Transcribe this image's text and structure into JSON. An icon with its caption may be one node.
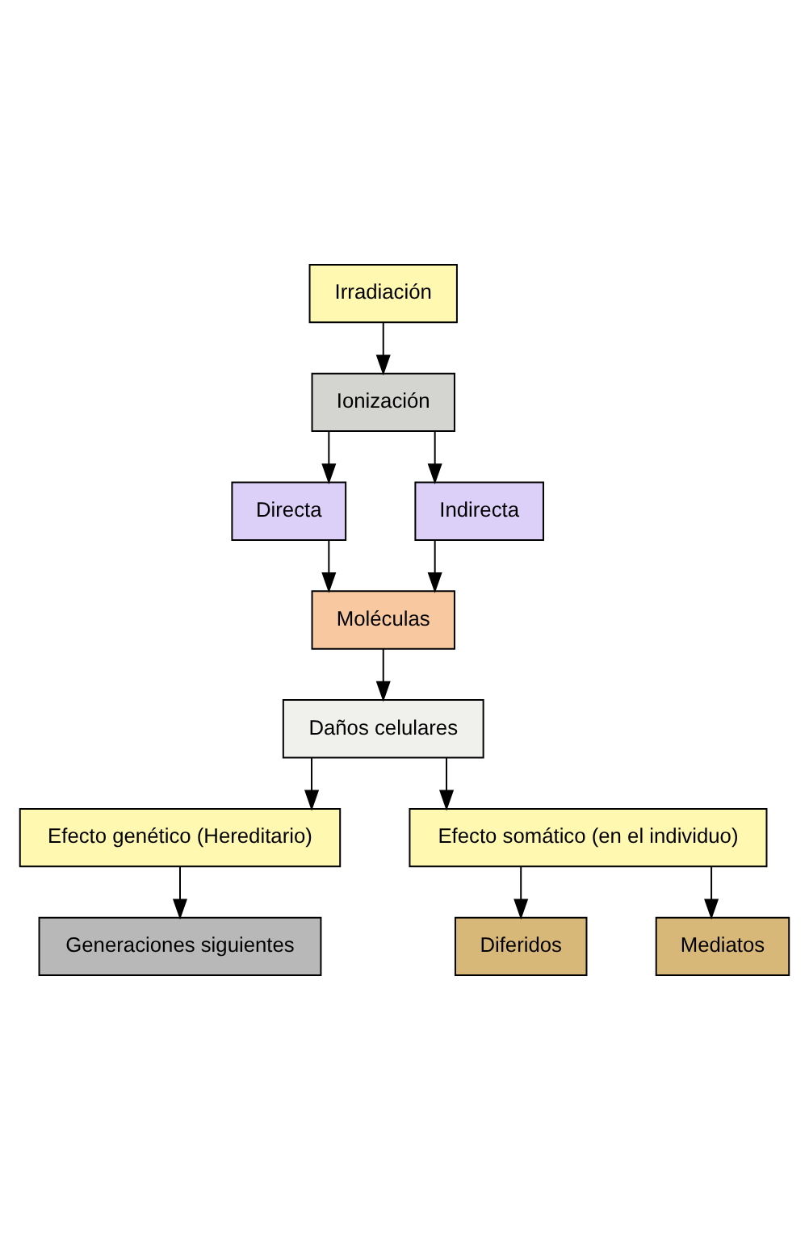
{
  "diagram": {
    "nodes": [
      {
        "text": [
          "Irradiación"
        ]
      },
      {
        "text": [
          "Ionización"
        ]
      },
      {
        "text": [
          "Directa"
        ]
      },
      {
        "text": [
          "Indirecta"
        ]
      },
      {
        "text": [
          "Moléculas"
        ]
      },
      {
        "text": [
          "Daños celulares"
        ]
      },
      {
        "text": [
          "Efecto genético (Hereditario)"
        ]
      },
      {
        "text": [
          "Efecto somático (en el individuo)"
        ]
      },
      {
        "text": [
          "Generaciones siguientes"
        ]
      },
      {
        "text": [
          "Diferidos"
        ]
      },
      {
        "text": [
          "Mediatos"
        ]
      }
    ],
    "edges": [
      {
        "from": 0,
        "to": 1,
        "arrow": "to"
      },
      {
        "from": 1,
        "to": 2,
        "arrow": "to"
      },
      {
        "from": 1,
        "to": 3,
        "arrow": "to"
      },
      {
        "from": 2,
        "to": 4,
        "arrow": "to"
      },
      {
        "from": 3,
        "to": 4,
        "arrow": "to"
      },
      {
        "from": 4,
        "to": 5,
        "arrow": "to"
      },
      {
        "from": 5,
        "to": 6,
        "arrow": "to"
      },
      {
        "from": 5,
        "to": 7,
        "arrow": "to"
      },
      {
        "from": 6,
        "to": 8,
        "arrow": "to"
      },
      {
        "from": 7,
        "to": 9,
        "arrow": "to"
      },
      {
        "from": 7,
        "to": 10,
        "arrow": "to"
      }
    ]
  }
}
